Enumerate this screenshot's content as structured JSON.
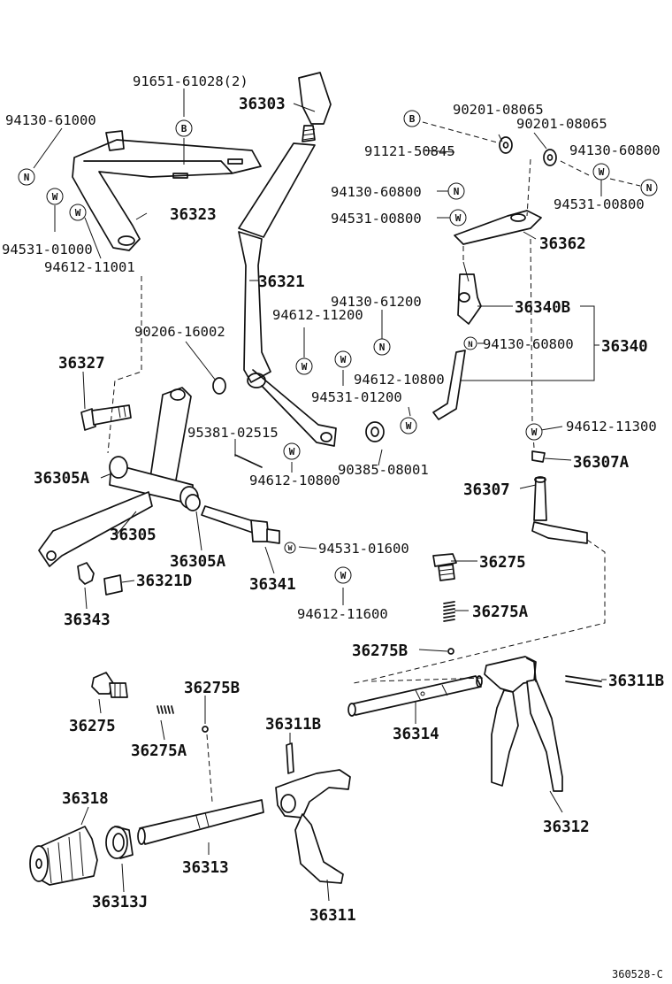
{
  "diagram_code": "360528-C",
  "symbols": {
    "B": "B",
    "N": "N",
    "W": "W"
  },
  "labels": {
    "p91651": "91651-61028(2)",
    "p94130_61000": "94130-61000",
    "p36303": "36303",
    "p36323": "36323",
    "p94531_01000": "94531-01000",
    "p94612_11001": "94612-11001",
    "p36321": "36321",
    "p90206": "90206-16002",
    "p94612_11200": "94612-11200",
    "p94130_61200": "94130-61200",
    "p94531_01200": "94531-01200",
    "p36327": "36327",
    "p95381": "95381-02515",
    "p94612_10800a": "94612-10800",
    "p90385": "90385-08001",
    "p36305A_1": "36305A",
    "p36305": "36305",
    "p36305A_2": "36305A",
    "p36341": "36341",
    "p94531_01600": "94531-01600",
    "p36321D": "36321D",
    "p36343": "36343",
    "p94612_11600": "94612-11600",
    "p90201_a": "90201-08065",
    "p90201_b": "90201-08065",
    "p91121": "91121-50845",
    "p94130_60800a": "94130-60800",
    "p94130_60800b": "94130-60800",
    "p94531_00800a": "94531-00800",
    "p94531_00800b": "94531-00800",
    "p36362": "36362",
    "p36340B": "36340B",
    "p94130_60800c": "94130-60800",
    "p36340": "36340",
    "p94612_10800b": "94612-10800",
    "p94612_11300": "94612-11300",
    "p36307A": "36307A",
    "p36307": "36307",
    "p36275a": "36275",
    "p36275A_a": "36275A",
    "p36275B_a": "36275B",
    "p36311B_a": "36311B",
    "p36314": "36314",
    "p36312": "36312",
    "p36275b": "36275",
    "p36275B_b": "36275B",
    "p36275A_b": "36275A",
    "p36311B_b": "36311B",
    "p36318": "36318",
    "p36313": "36313",
    "p36313J": "36313J",
    "p36311": "36311"
  }
}
